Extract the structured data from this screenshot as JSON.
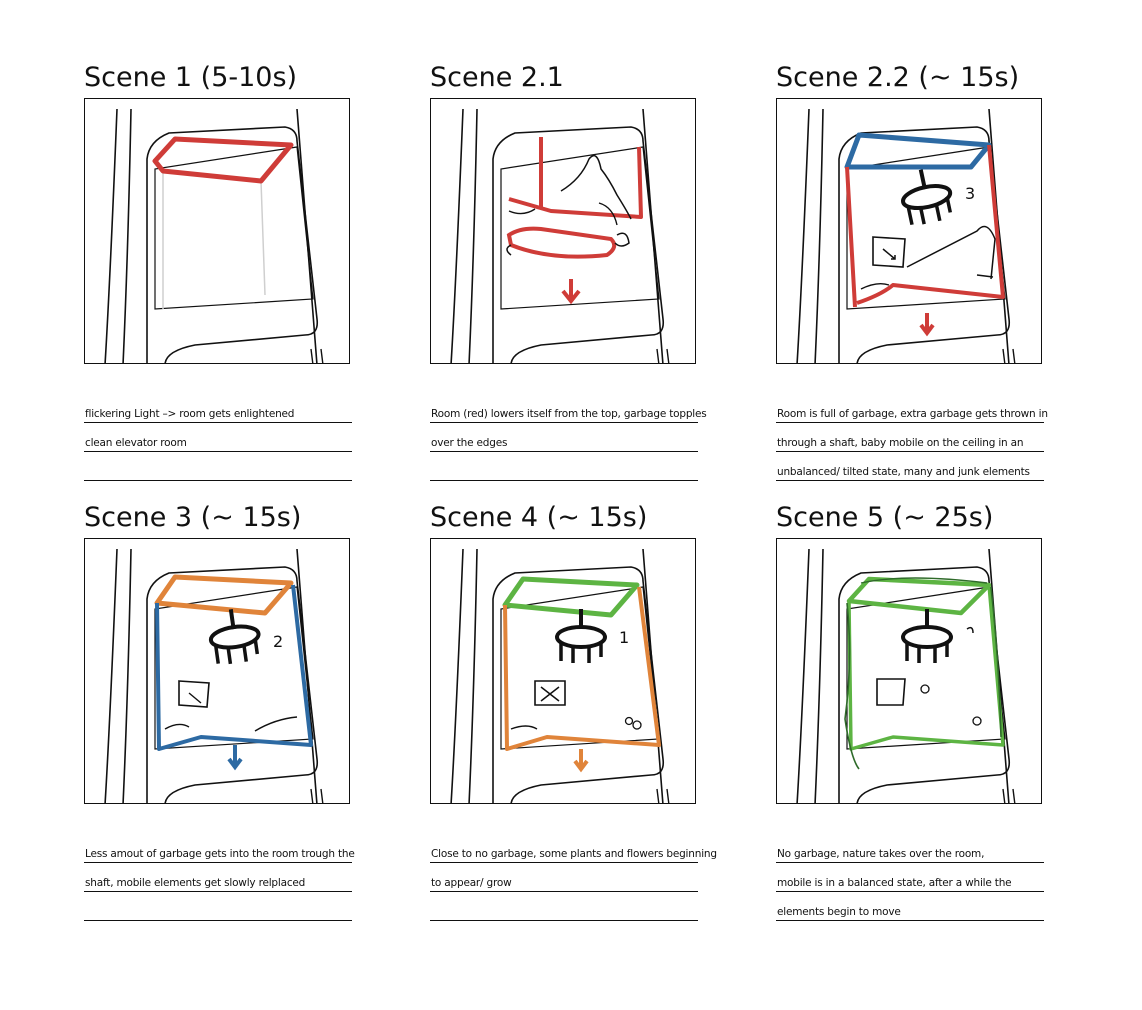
{
  "colors": {
    "red": "#cf3c38",
    "blue": "#2d6aa3",
    "orange": "#e0843a",
    "green": "#5db443",
    "dark_green": "#2f6b2a"
  },
  "scenes": [
    {
      "title": "Scene 1 (5-10s)",
      "lines": [
        "flickering Light –> room gets enlightened",
        "clean elevator room",
        ""
      ]
    },
    {
      "title": "Scene 2.1",
      "lines": [
        "Room (red) lowers itself from the top, garbage topples",
        "over the edges",
        ""
      ]
    },
    {
      "title": "Scene 2.2 (~ 15s)",
      "lines": [
        "Room is full of garbage, extra garbage gets thrown in",
        "through a shaft, baby mobile on the ceiling in an",
        "unbalanced/ tilted state, many and junk elements"
      ]
    },
    {
      "title": "Scene 3 (~ 15s)",
      "lines": [
        "Less amout of garbage gets into the room trough the",
        "shaft, mobile elements get slowly relplaced",
        ""
      ]
    },
    {
      "title": "Scene 4 (~ 15s)",
      "lines": [
        "Close to no garbage, some plants and flowers beginning",
        "to appear/ grow",
        ""
      ]
    },
    {
      "title": "Scene 5 (~ 25s)",
      "lines": [
        "No garbage, nature takes over the room,",
        "mobile is in a balanced state, after a while the",
        "elements begin to move"
      ]
    }
  ],
  "mobile_labels": {
    "scene_2_2": "3",
    "scene_3": "2",
    "scene_4": "1"
  }
}
